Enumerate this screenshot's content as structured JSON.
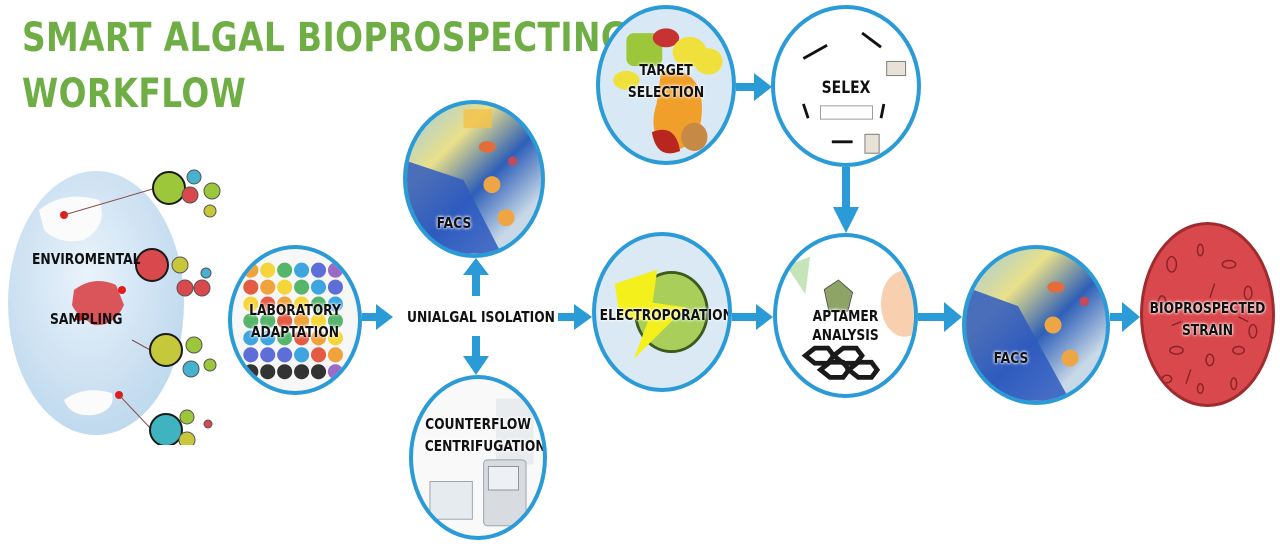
{
  "title": {
    "line1": "SMART ALGAL BIOPROSPECTING",
    "line2": "WORKFLOW",
    "color": "#6fae45"
  },
  "colors": {
    "arrow": "#2a9bd6",
    "node_border": "#2a9bd6",
    "globe": "#cfe3f3",
    "final_strain": "#d9484c"
  },
  "nodes": {
    "environmental_sampling": {
      "line1": "ENVIROMENTAL",
      "line2": "SAMPLING"
    },
    "laboratory_adaptation": {
      "line1": "LABORATORY",
      "line2": "ADAPTATION"
    },
    "unialgal_isolation": {
      "label": "UNIALGAL ISOLATION"
    },
    "facs_top": {
      "label": "FACS"
    },
    "counterflow_centrifugation": {
      "line1": "COUNTERFLOW",
      "line2": "CENTRIFUGATION"
    },
    "target_selection": {
      "line1": "TARGET",
      "line2": "SELECTION"
    },
    "selex": {
      "label": "SELEX"
    },
    "electroporation": {
      "label": "ELECTROPORATION"
    },
    "aptamer_analysis": {
      "label": "APTAMER ANALYSIS"
    },
    "facs_right": {
      "label": "FACS"
    },
    "bioprospected_strain": {
      "line1": "BIOPROSPECTED",
      "line2": "STRAIN"
    }
  },
  "flow": [
    [
      "ENVIROMENTAL SAMPLING",
      "LABORATORY ADAPTATION"
    ],
    [
      "LABORATORY ADAPTATION",
      "UNIALGAL ISOLATION"
    ],
    [
      "UNIALGAL ISOLATION",
      "FACS"
    ],
    [
      "UNIALGAL ISOLATION",
      "COUNTERFLOW CENTRIFUGATION"
    ],
    [
      "UNIALGAL ISOLATION",
      "ELECTROPORATION"
    ],
    [
      "TARGET SELECTION",
      "SELEX"
    ],
    [
      "SELEX",
      "APTAMER ANALYSIS"
    ],
    [
      "ELECTROPORATION",
      "APTAMER ANALYSIS"
    ],
    [
      "APTAMER ANALYSIS",
      "FACS"
    ],
    [
      "FACS",
      "BIOPROSPECTED STRAIN"
    ]
  ]
}
